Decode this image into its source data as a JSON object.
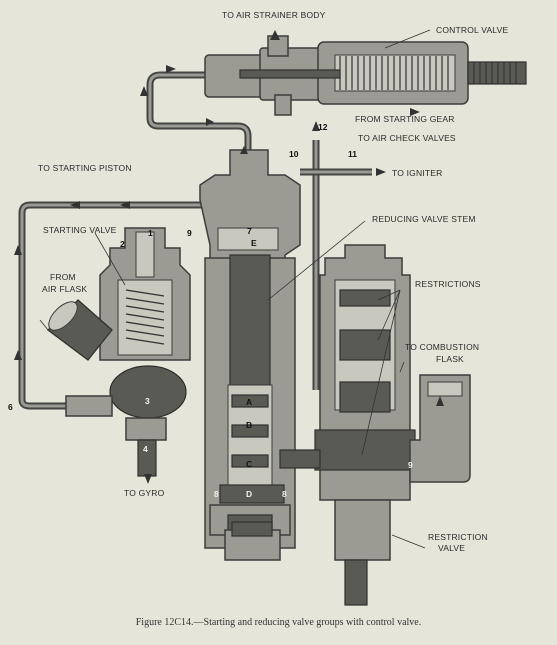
{
  "labels": {
    "air_strainer": "TO AIR STRAINER BODY",
    "control_valve": "CONTROL VALVE",
    "from_starting_gear": "FROM STARTING GEAR",
    "to_air_check": "TO AIR CHECK VALVES",
    "to_igniter": "TO IGNITER",
    "to_starting_piston": "TO STARTING PISTON",
    "reducing_valve_stem": "REDUCING VALVE STEM",
    "starting_valve": "STARTING VALVE",
    "restrictions": "RESTRICTIONS",
    "from_air_1": "FROM",
    "from_air_2": "AIR FLASK",
    "to_combustion_1": "TO COMBUSTION",
    "to_combustion_2": "FLASK",
    "to_gyro": "TO GYRO",
    "restriction_valve_1": "RESTRICTION",
    "restriction_valve_2": "VALVE"
  },
  "part_numbers": {
    "n1": "1",
    "n2": "2",
    "n3": "3",
    "n4": "4",
    "n6": "6",
    "n7": "7",
    "n8a": "8",
    "n8b": "8",
    "n9a": "9",
    "n9b": "9",
    "n10": "10",
    "n11": "11",
    "n12": "12",
    "nA": "A",
    "nB": "B",
    "nC": "C",
    "nD": "D",
    "nE": "E"
  },
  "caption": "Figure 12C14.—Starting and reducing valve groups with control valve."
}
